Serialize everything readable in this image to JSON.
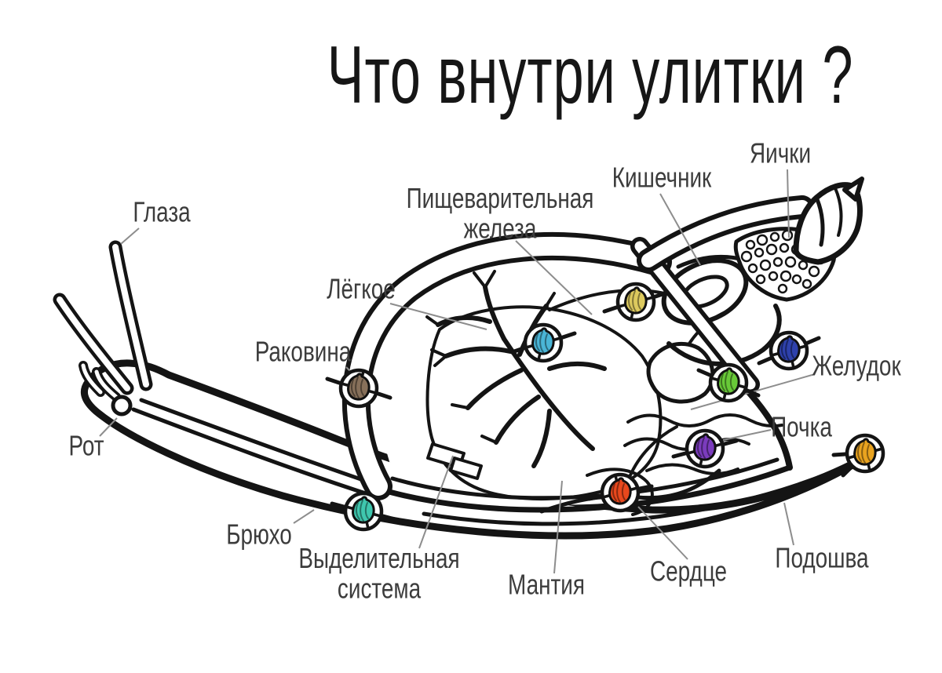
{
  "title": "Что внутри улитки ?",
  "labels": {
    "eyes": "Глаза",
    "lung": "Лёгкое",
    "shell": "Раковина",
    "mouth": "Рот",
    "digestive_gland": "Пищеварительная железа",
    "intestine": "Кишечник",
    "eggs": "Яички",
    "stomach": "Желудок",
    "kidney": "Почка",
    "belly": "Брюхо",
    "excretory_system": "Выделительная система",
    "mantle": "Мантия",
    "heart": "Сердце",
    "sole": "Подошва"
  },
  "markers": [
    {
      "name": "yellow-yarn",
      "color": "#ddca5e"
    },
    {
      "name": "cyan-yarn",
      "color": "#4ab5d6"
    },
    {
      "name": "brown-yarn",
      "color": "#87705a"
    },
    {
      "name": "green-yarn",
      "color": "#68c938"
    },
    {
      "name": "dark-blue-yarn",
      "color": "#2e41ac"
    },
    {
      "name": "purple-yarn",
      "color": "#7b3cbd"
    },
    {
      "name": "red-yarn",
      "color": "#e8481d"
    },
    {
      "name": "teal-yarn",
      "color": "#3fc7ae"
    },
    {
      "name": "orange-yarn",
      "color": "#e9a31f"
    }
  ],
  "colors": {
    "ink": "#141414",
    "leader": "#8d8d8d",
    "background": "#ffffff"
  }
}
